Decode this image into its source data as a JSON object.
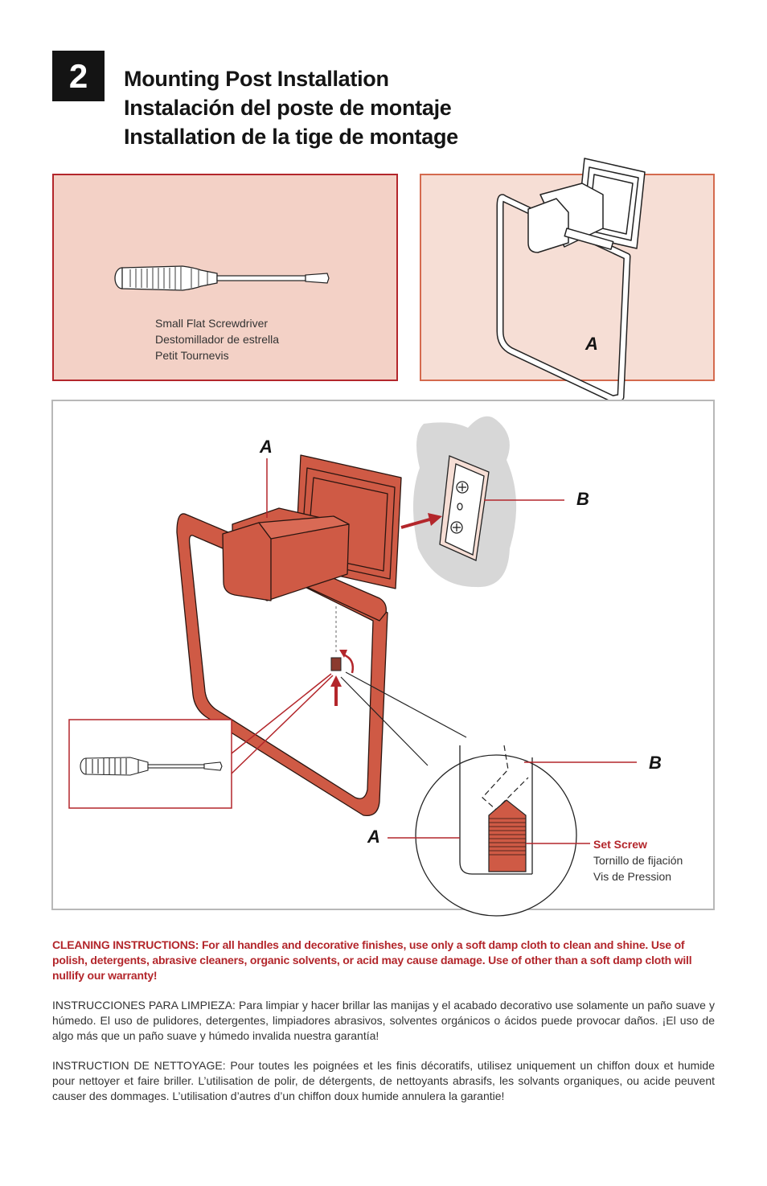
{
  "step": {
    "number": "2"
  },
  "titles": {
    "en": "Mounting Post Installation",
    "es": "Instalación del poste de montaje",
    "fr": "Installation de la tige de montage"
  },
  "tools": {
    "icon": "flat-screwdriver",
    "label_en": "Small Flat Screwdriver",
    "label_es": "Destomillador de estrella",
    "label_fr": "Petit Tournevis"
  },
  "callouts": {
    "a": "A",
    "b": "B"
  },
  "set_screw": {
    "en": "Set Screw",
    "es": "Tornillo de fijación",
    "fr": "Vis de Pression"
  },
  "cleaning": {
    "warning_en": "CLEANING INSTRUCTIONS: For all handles and decorative finishes, use only a soft damp cloth to clean and shine. Use of polish, detergents, abrasive cleaners, organic solvents, or acid may cause damage. Use of other than a soft damp cloth will nullify our warranty!",
    "es": "INSTRUCCIONES PARA LIMPIEZA:  Para limpiar y hacer brillar las manijas y el acabado decorativo use solamente un paño suave y húmedo. El uso de pulidores, detergentes, limpiadores abrasivos, solventes orgánicos o ácidos puede provocar daños. ¡El uso de algo más que un paño suave y húmedo invalida nuestra garantía!",
    "fr": "INSTRUCTION DE NETTOYAGE: Pour toutes les poignées et les finis décoratifs, utilisez uniquement un chiffon doux et humide pour nettoyer et faire briller. L’utilisation de polir, de détergents, de nettoyants abrasifs, les solvants organiques, ou acide peuvent causer des dommages. L’utilisation d’autres d’un chiffon doux humide annulera la garantie!"
  },
  "colors": {
    "accent_red": "#b3262b",
    "product_red": "#cf5a45",
    "panel_pink": "#f3d1c6",
    "panel_light": "#f6ded5",
    "wall_gray": "#d7d7d7"
  }
}
